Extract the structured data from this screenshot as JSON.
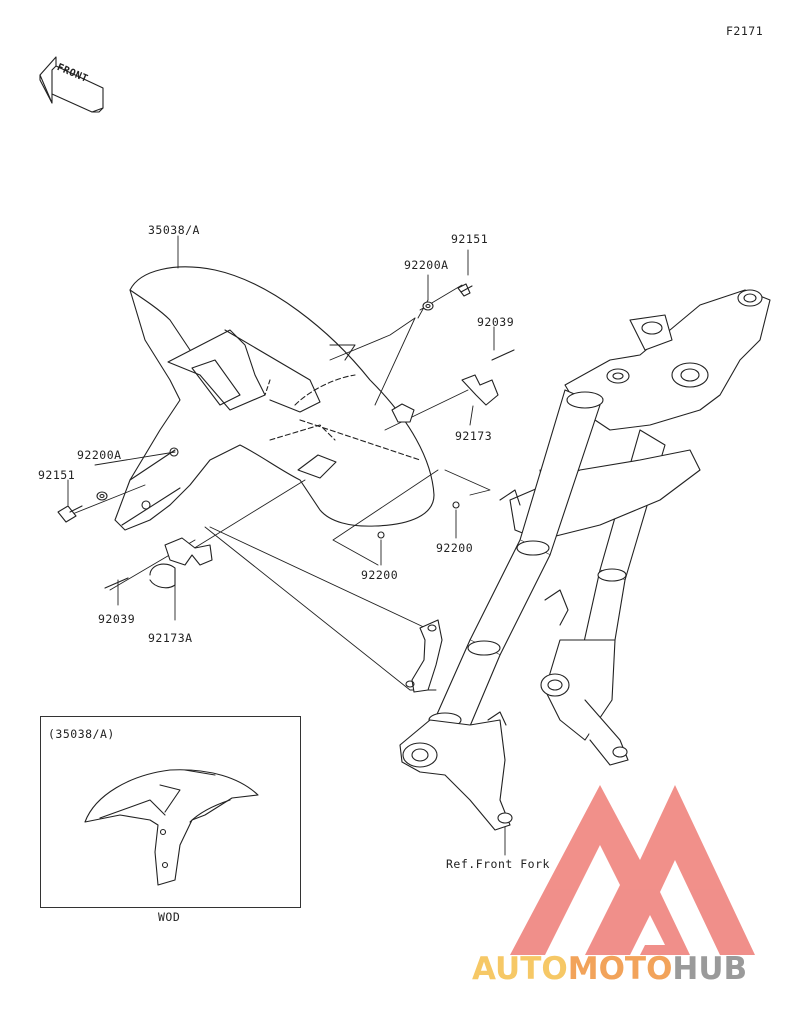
{
  "figure_code": "F2171",
  "direction_arrow": {
    "text": "FRONT"
  },
  "part_labels": {
    "front_fender": "35038/A",
    "bolt_right": "92151",
    "washer_right": "92200A",
    "pin_right": "92039",
    "clamp_right": "92173",
    "washer_left": "92200A",
    "bolt_left": "92151",
    "nut_right": "92200",
    "nut_center": "92200",
    "pin_left": "92039",
    "clamp_left": "92173A",
    "fork_ref": "Ref.Front Fork"
  },
  "inset": {
    "title": "(35038/A)",
    "caption": "WOD"
  },
  "watermark": {
    "part1": "AUTO",
    "part2": "MOTO",
    "part3": "HUB",
    "logo_color": "#f08a84",
    "accent_yellow": "#f6c866",
    "accent_orange": "#f2a35a",
    "accent_gray": "#9a9a9a"
  }
}
